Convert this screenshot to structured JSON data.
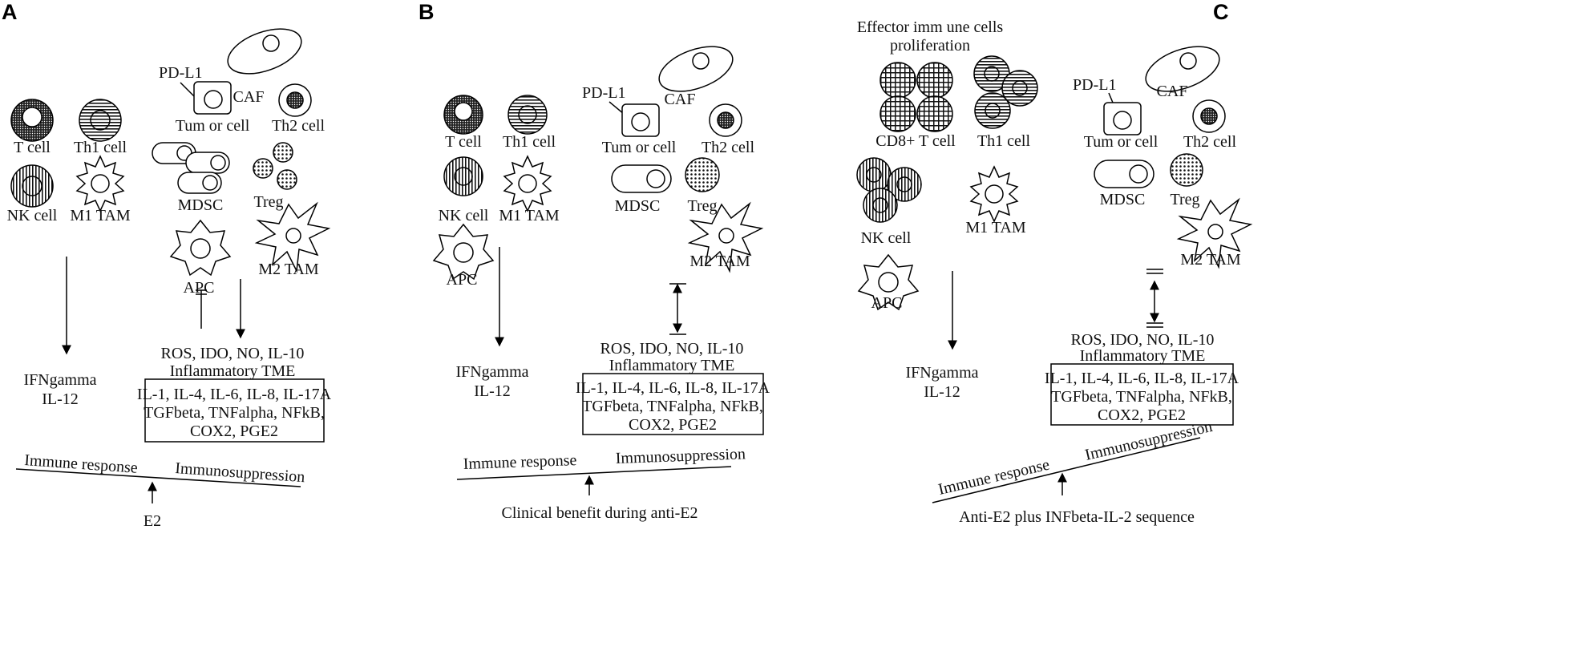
{
  "panels": [
    {
      "letter": "A",
      "cells": {
        "t_cell": "T cell",
        "th1": "Th1 cell",
        "nk": "NK cell",
        "m1": "M1 TAM",
        "pdl1": "PD-L1",
        "tumor": "Tum or cell",
        "caf": "CAF",
        "th2": "Th2 cell",
        "mdsc": "MDSC",
        "treg": "Treg",
        "apc": "APC",
        "m2": "M2 TAM"
      },
      "ifn": [
        "IFNgamma",
        "IL-12"
      ],
      "ros": "ROS, IDO, NO, IL-10",
      "tme": "Inflammatory TME",
      "box": [
        "IL-1, IL-4, IL-6, IL-8, IL-17A",
        "TGFbeta, TNFalpha, NFkB,",
        "COX2, PGE2"
      ],
      "balance_left": "Immune response",
      "balance_right": "Immunosuppression",
      "bottom": "E2"
    },
    {
      "letter": "B",
      "cells": {
        "t_cell": "T cell",
        "th1": "Th1 cell",
        "nk": "NK cell",
        "m1": "M1 TAM",
        "apc": "APC",
        "pdl1": "PD-L1",
        "tumor": "Tum or cell",
        "caf": "CAF",
        "th2": "Th2 cell",
        "mdsc": "MDSC",
        "treg": "Treg",
        "m2": "M2 TAM"
      },
      "ifn": [
        "IFNgamma",
        "IL-12"
      ],
      "ros": "ROS, IDO, NO, IL-10",
      "tme": "Inflammatory TME",
      "box": [
        "IL-1, IL-4, IL-6, IL-8, IL-17A",
        "TGFbeta, TNFalpha, NFkB,",
        "COX2, PGE2"
      ],
      "balance_left": "Immune response",
      "balance_right": "Immunosuppression",
      "bottom": "Clinical benefit during anti-E2"
    },
    {
      "letter": "C",
      "effector": [
        "Effector imm une cells",
        "proliferation"
      ],
      "cells": {
        "cd8": "CD8+ T cell",
        "th1": "Th1 cell",
        "nk": "NK cell",
        "m1": "M1 TAM",
        "apc": "APC",
        "pdl1": "PD-L1",
        "tumor": "Tum or cell",
        "caf": "CAF",
        "th2": "Th2 cell",
        "mdsc": "MDSC",
        "treg": "Treg",
        "m2": "M2 TAM"
      },
      "ifn": [
        "IFNgamma",
        "IL-12"
      ],
      "ros": "ROS, IDO, NO, IL-10",
      "tme": "Inflammatory TME",
      "box": [
        "IL-1, IL-4, IL-6, IL-8, IL-17A",
        "TGFbeta, TNFalpha, NFkB,",
        "COX2, PGE2"
      ],
      "balance_left": "Immune response",
      "balance_right": "Immunosuppression",
      "bottom": "Anti-E2 plus INFbeta-IL-2 sequence"
    }
  ]
}
